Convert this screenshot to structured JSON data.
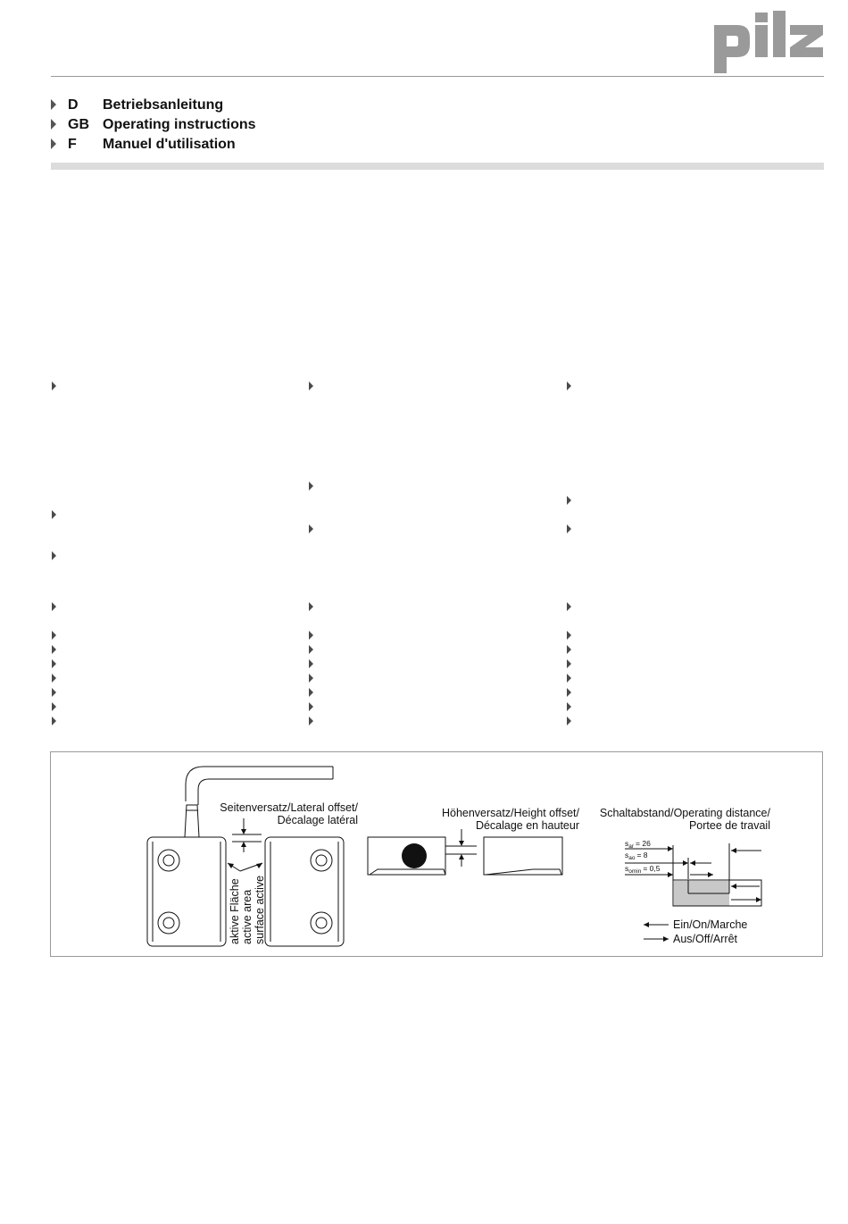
{
  "brand": {
    "logo_text": "pilz",
    "color": "#9a9a9a"
  },
  "languages": [
    {
      "code": "D",
      "title": "Betriebsanleitung"
    },
    {
      "code": "GB",
      "title": "Operating instructions"
    },
    {
      "code": "F",
      "title": "Manuel d'utilisation"
    }
  ],
  "figure": {
    "lateral_offset": {
      "line1": "Seitenversatz/Lateral offset/",
      "line2": "Décalage latéral"
    },
    "active_area": {
      "de": "aktive Fläche",
      "en": "active area",
      "fr": "surface active"
    },
    "height_offset": {
      "line1": "Höhenversatz/Height offset/",
      "line2": "Décalage en hauteur"
    },
    "operating_distance": {
      "line1": "Schaltabstand/Operating distance/",
      "line2": "Portee de travail"
    },
    "distances": {
      "sar": {
        "symbol": "s",
        "sub": "ar",
        "value": "= 26"
      },
      "sao": {
        "symbol": "s",
        "sub": "ao",
        "value": "= 8"
      },
      "somin": {
        "symbol": "s",
        "sub": "omin",
        "value": "= 0,5"
      }
    },
    "legend": {
      "on": "Ein/On/Marche",
      "off": "Aus/Off/Arrêt"
    }
  }
}
